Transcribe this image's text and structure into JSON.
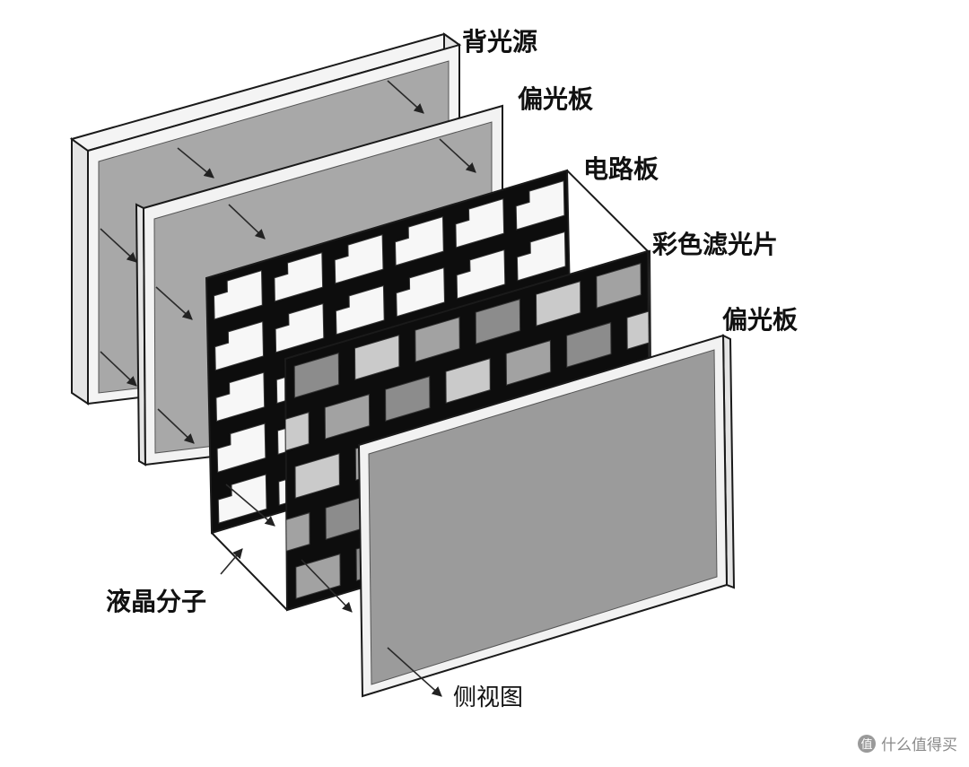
{
  "labels": {
    "backlight": "背光源",
    "polarizer_rear": "偏光板",
    "circuit_board": "电路板",
    "color_filter": "彩色滤光片",
    "polarizer_front": "偏光板",
    "liquid_crystal": "液晶分子",
    "side_view": "侧视图"
  },
  "watermark": {
    "logo": "值",
    "text": "什么值得买"
  },
  "colors": {
    "panel_gray": "#a8a8a8",
    "panel_frame": "#f2f2f2",
    "circuit_bg": "#0d0d0d",
    "circuit_cell": "#f7f7f7",
    "filter_bg": "#0d0d0d",
    "filter_cells": [
      "#8c8c8c",
      "#cacaca",
      "#a2a2a2"
    ],
    "front_gray": "#9b9b9b"
  }
}
